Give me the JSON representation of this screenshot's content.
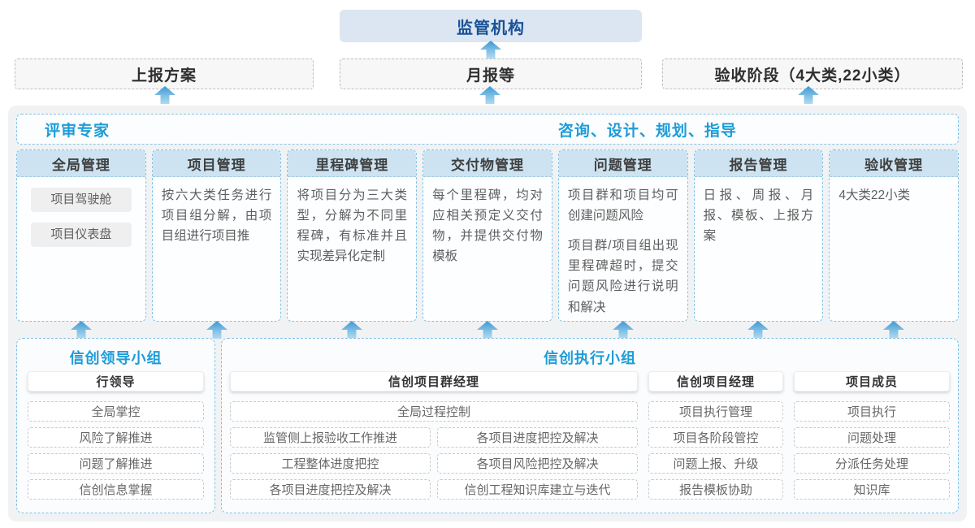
{
  "top": {
    "regulator": "监管机构"
  },
  "row2": [
    "上报方案",
    "月报等",
    "验收阶段（4大类,22小类）"
  ],
  "expert_bar": {
    "left": "评审专家",
    "right": "咨询、设计、规划、指导"
  },
  "columns": [
    {
      "title": "全局管理",
      "chips": [
        "项目驾驶舱",
        "项目仪表盘"
      ]
    },
    {
      "title": "项目管理",
      "text": "按六大类任务进行项目组分解，由项目组进行项目推"
    },
    {
      "title": "里程碑管理",
      "text": "将项目分为三大类型，分解为不同里程碑，有标准并且实现差异化定制"
    },
    {
      "title": "交付物管理",
      "text": "每个里程碑，均对应相关预定义交付物，并提供交付物模板"
    },
    {
      "title": "问题管理",
      "paragraphs": [
        "项目群和项目均可创建问题风险",
        "项目群/项目组出现里程碑超时，提交问题风险进行说明和解决"
      ]
    },
    {
      "title": "报告管理",
      "text": "日报、周报、月报、模板、上报方案"
    },
    {
      "title": "验收管理",
      "text": "4大类22小类"
    }
  ],
  "groups": {
    "leader": {
      "title": "信创领导小组",
      "role": "行领导",
      "items": [
        "全局掌控",
        "风险了解推进",
        "问题了解推进",
        "信创信息掌握"
      ]
    },
    "exec": {
      "title": "信创执行小组",
      "pm_group": {
        "role": "信创项目群经理",
        "full_item": "全局过程控制",
        "left_items": [
          "监管侧上报验收工作推进",
          "工程整体进度把控",
          "各项目进度把控及解决"
        ],
        "right_items": [
          "各项目进度把控及解决",
          "各项目风险把控及解决",
          "信创工程知识库建立与迭代"
        ]
      },
      "pm": {
        "role": "信创项目经理",
        "items": [
          "项目执行管理",
          "项目各阶段管控",
          "问题上报、升级",
          "报告模板协助"
        ]
      },
      "member": {
        "role": "项目成员",
        "items": [
          "项目执行",
          "问题处理",
          "分派任务处理",
          "知识库"
        ]
      }
    }
  },
  "colors": {
    "accent_blue": "#1e9cd7",
    "dark_blue": "#1a5197",
    "header_fill": "#cde3f1",
    "regulator_fill": "#dbe6f2",
    "panel_gray": "#f1f2f3"
  }
}
